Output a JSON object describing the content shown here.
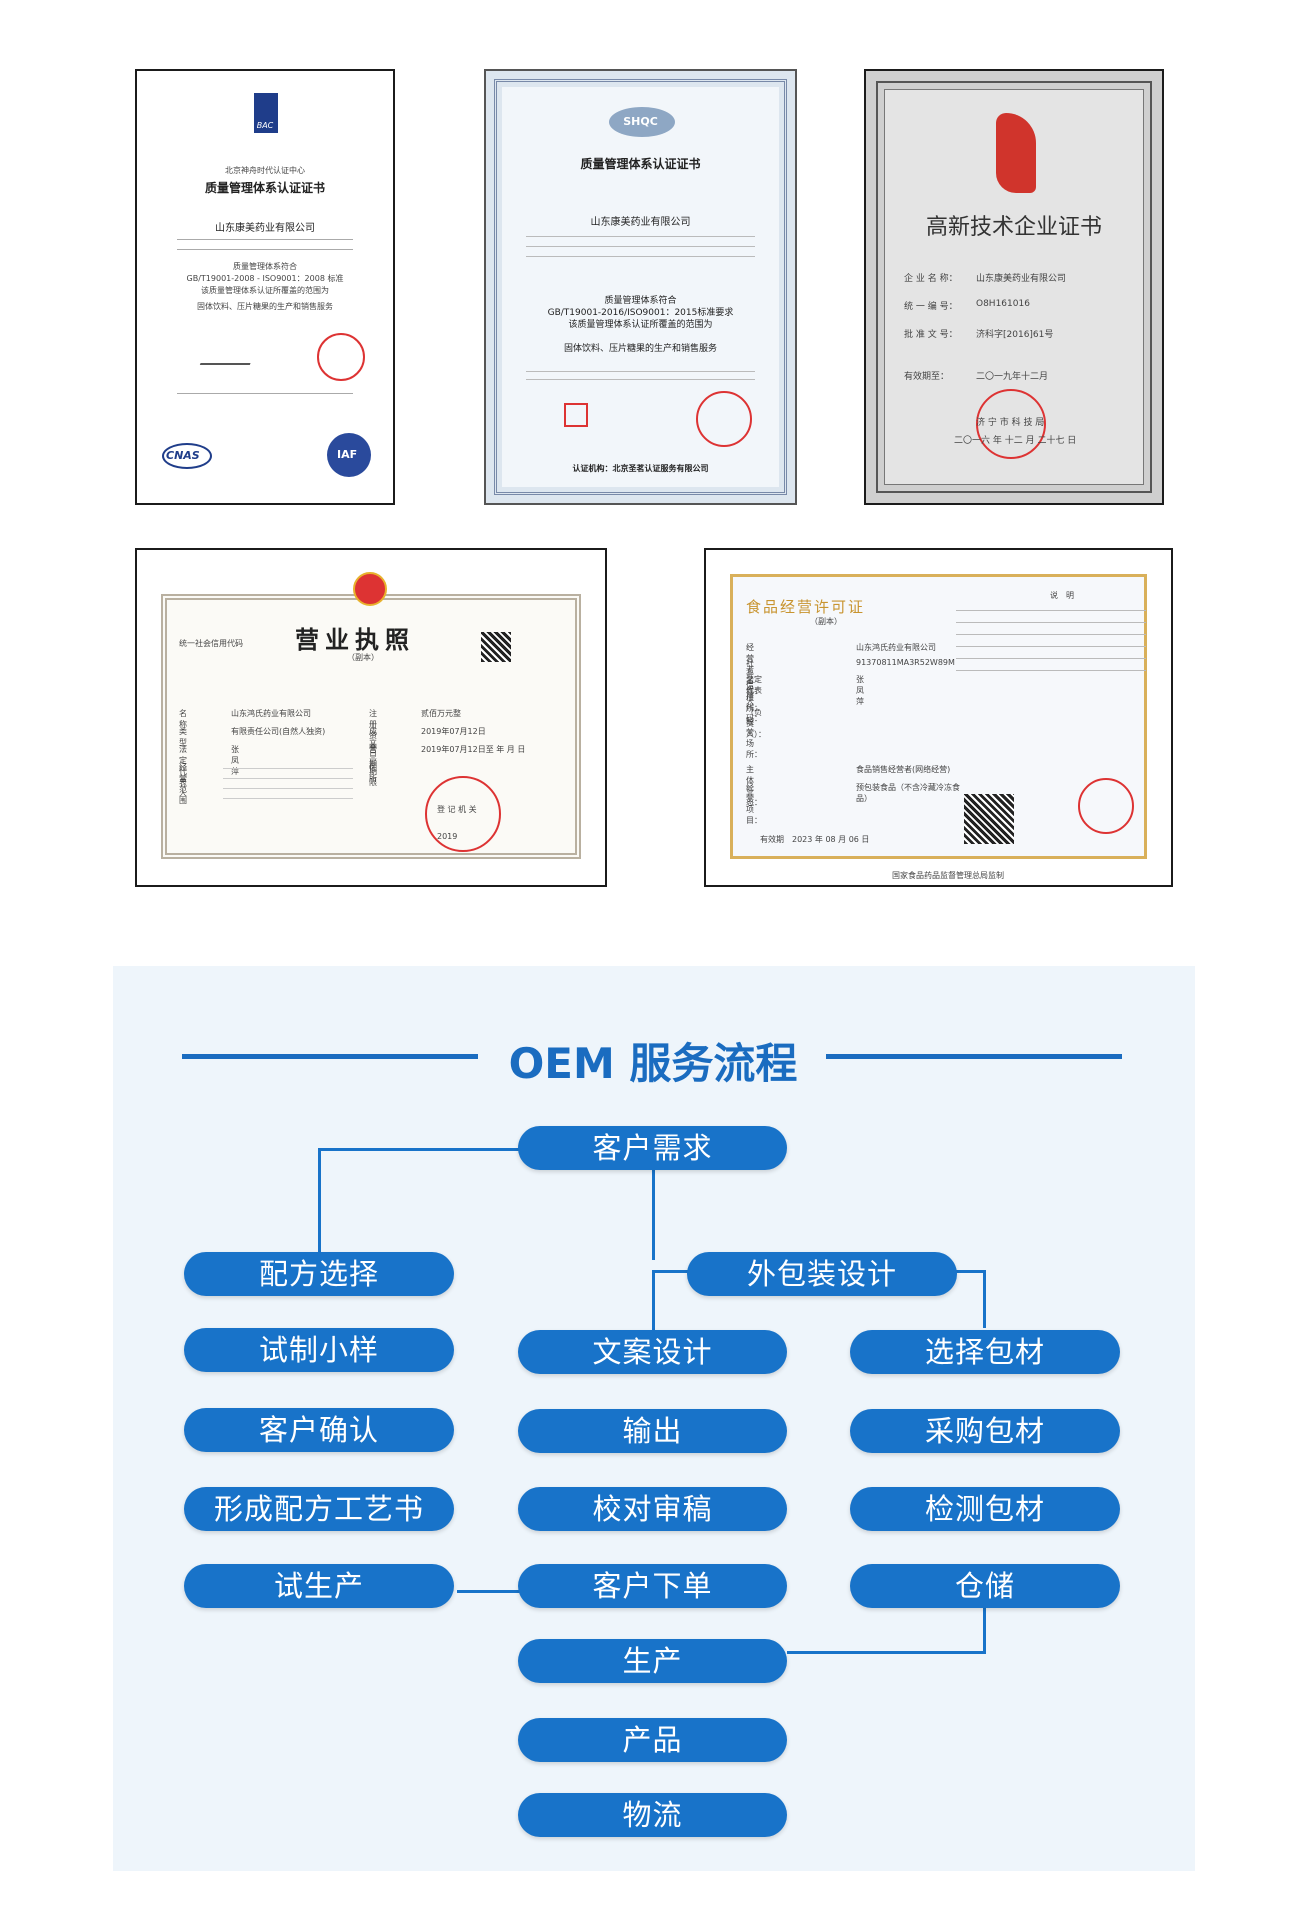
{
  "certificates": {
    "bac": {
      "logo_text": "BAC",
      "org": "北京神舟时代认证中心",
      "title": "质量管理体系认证证书",
      "company": "山东康美药业有限公司",
      "standard": "质量管理体系符合",
      "std_code": "GB/T19001-2008 - ISO9001：2008 标准",
      "scope_intro": "该质量管理体系认证所覆盖的范围为",
      "scope": "固体饮料、压片糖果的生产和销售服务",
      "cnas": "CNAS",
      "iaf": "IAF"
    },
    "shqc": {
      "logo_text": "SHQC",
      "title": "质量管理体系认证证书",
      "company": "山东康美药业有限公司",
      "standard": "质量管理体系符合",
      "std_code": "GB/T19001-2016/ISO9001：2015标准要求",
      "scope_intro": "该质量管理体系认证所覆盖的范围为",
      "scope": "固体饮料、压片糖果的生产和销售服务",
      "issuer": "认证机构：北京圣茗认证服务有限公司"
    },
    "hightech": {
      "title": "高新技术企业证书",
      "company_label": "企 业 名 称：",
      "company": "山东康美药业有限公司",
      "code_label": "统 一 编 号：",
      "code": "O8H161016",
      "approval_label": "批 准 文 号：",
      "approval": "济科字[2016]61号",
      "valid_label": "有效期至：",
      "valid": "二〇一九年十二月",
      "issuer": "济 宁 市 科 技 局",
      "date": "二〇一六 年 十二 月 二十七 日"
    },
    "license": {
      "title": "营业执照",
      "subtitle": "（副本）",
      "credit_label": "统一社会信用代码",
      "rows": [
        {
          "label": "名　　称",
          "value": "山东鸿氏药业有限公司"
        },
        {
          "label": "类　　型",
          "value": "有限责任公司(自然人独资)"
        },
        {
          "label": "法定代表人",
          "value": "张凤萍"
        },
        {
          "label": "经营范围",
          "value": ""
        }
      ],
      "right_rows": [
        {
          "label": "注册资本",
          "value": "贰佰万元整"
        },
        {
          "label": "成立日期",
          "value": "2019年07月12日"
        },
        {
          "label": "营业期限",
          "value": "2019年07月12日至 年 月 日"
        },
        {
          "label": "住　　所",
          "value": ""
        }
      ],
      "reg_label": "登 记 机 关",
      "reg_year": "2019"
    },
    "food": {
      "title": "食品经营许可证",
      "subtitle": "（副本）",
      "notes_title": "说　明",
      "rows": [
        {
          "label": "经　营　者　名　称：",
          "value": "山东鸿氏药业有限公司"
        },
        {
          "label": "社　会　信　用　代　码：",
          "value": "91370811MA3R52W89M"
        },
        {
          "label": "法定代表人（负责人）：",
          "value": "张凤萍"
        },
        {
          "label": "住　　　　　　　所：",
          "value": ""
        },
        {
          "label": "经　营　场　所：",
          "value": ""
        },
        {
          "label": "主　体　业　态：",
          "value": "食品销售经营者(网络经营)"
        },
        {
          "label": "经　营　项　目：",
          "value": "预包装食品（不含冷藏冷冻食品）"
        }
      ],
      "valid": "有效期　2023 年 08 月 06 日",
      "footer": "国家食品药品监督管理总局监制"
    }
  },
  "flow": {
    "title": "OEM 服务流程",
    "nodes": {
      "demand": "客户需求",
      "formula": "配方选择",
      "sample": "试制小样",
      "confirm": "客户确认",
      "process_book": "形成配方工艺书",
      "trial": "试生产",
      "package_design": "外包装设计",
      "copywriting": "文案设计",
      "output": "输出",
      "proofread": "校对审稿",
      "order": "客户下单",
      "production": "生产",
      "product": "产品",
      "logistics": "物流",
      "choose_material": "选择包材",
      "purchase_material": "采购包材",
      "test_material": "检测包材",
      "storage": "仓储"
    }
  }
}
